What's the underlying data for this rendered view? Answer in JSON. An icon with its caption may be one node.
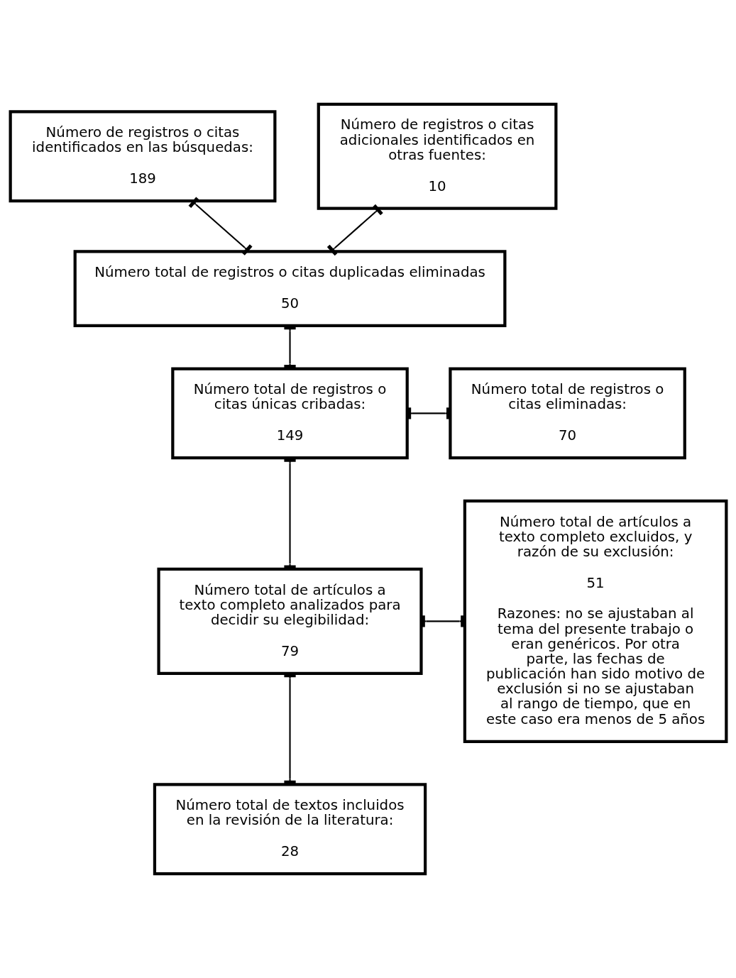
{
  "diagram": {
    "nodes": [
      {
        "text": [
          "Número de registros o citas identificados en las búsquedas:",
          "189"
        ]
      },
      {
        "text": [
          "Número de registros o citas adicionales identificados en otras fuentes:",
          "10"
        ]
      },
      {
        "text": [
          "Número total de registros o citas duplicadas eliminadas",
          "50"
        ]
      },
      {
        "text": [
          "Número total de registros o citas únicas cribadas:",
          "149"
        ]
      },
      {
        "text": [
          "Número total de registros o citas eliminadas:",
          "70"
        ]
      },
      {
        "text": [
          "Número total de artículos a texto completo analizados para decidir su elegibilidad:",
          "79"
        ]
      },
      {
        "text": [
          "Número total de artículos a texto completo excluidos, y razón de su exclusión:",
          "51",
          "Razones: no se ajustaban al tema del presente trabajo o eran genéricos. Por otra parte, las fechas de publicación han sido motivo de exclusión si no se ajustaban al rango de tiempo, que en este caso era menos de 5 años"
        ]
      },
      {
        "text": [
          "Número total de textos incluidos en la revisión de la literatura:",
          "28"
        ]
      }
    ],
    "edges": [
      {
        "from": 0,
        "to": 2,
        "arrow": "other"
      },
      {
        "from": 1,
        "to": 2,
        "arrow": "other"
      },
      {
        "from": 2,
        "to": 3,
        "arrow": "other"
      },
      {
        "from": 3,
        "to": 4,
        "arrow": "other"
      },
      {
        "from": 3,
        "to": 5,
        "arrow": "other"
      },
      {
        "from": 5,
        "to": 6,
        "arrow": "other"
      },
      {
        "from": 5,
        "to": 7,
        "arrow": "other"
      }
    ]
  }
}
